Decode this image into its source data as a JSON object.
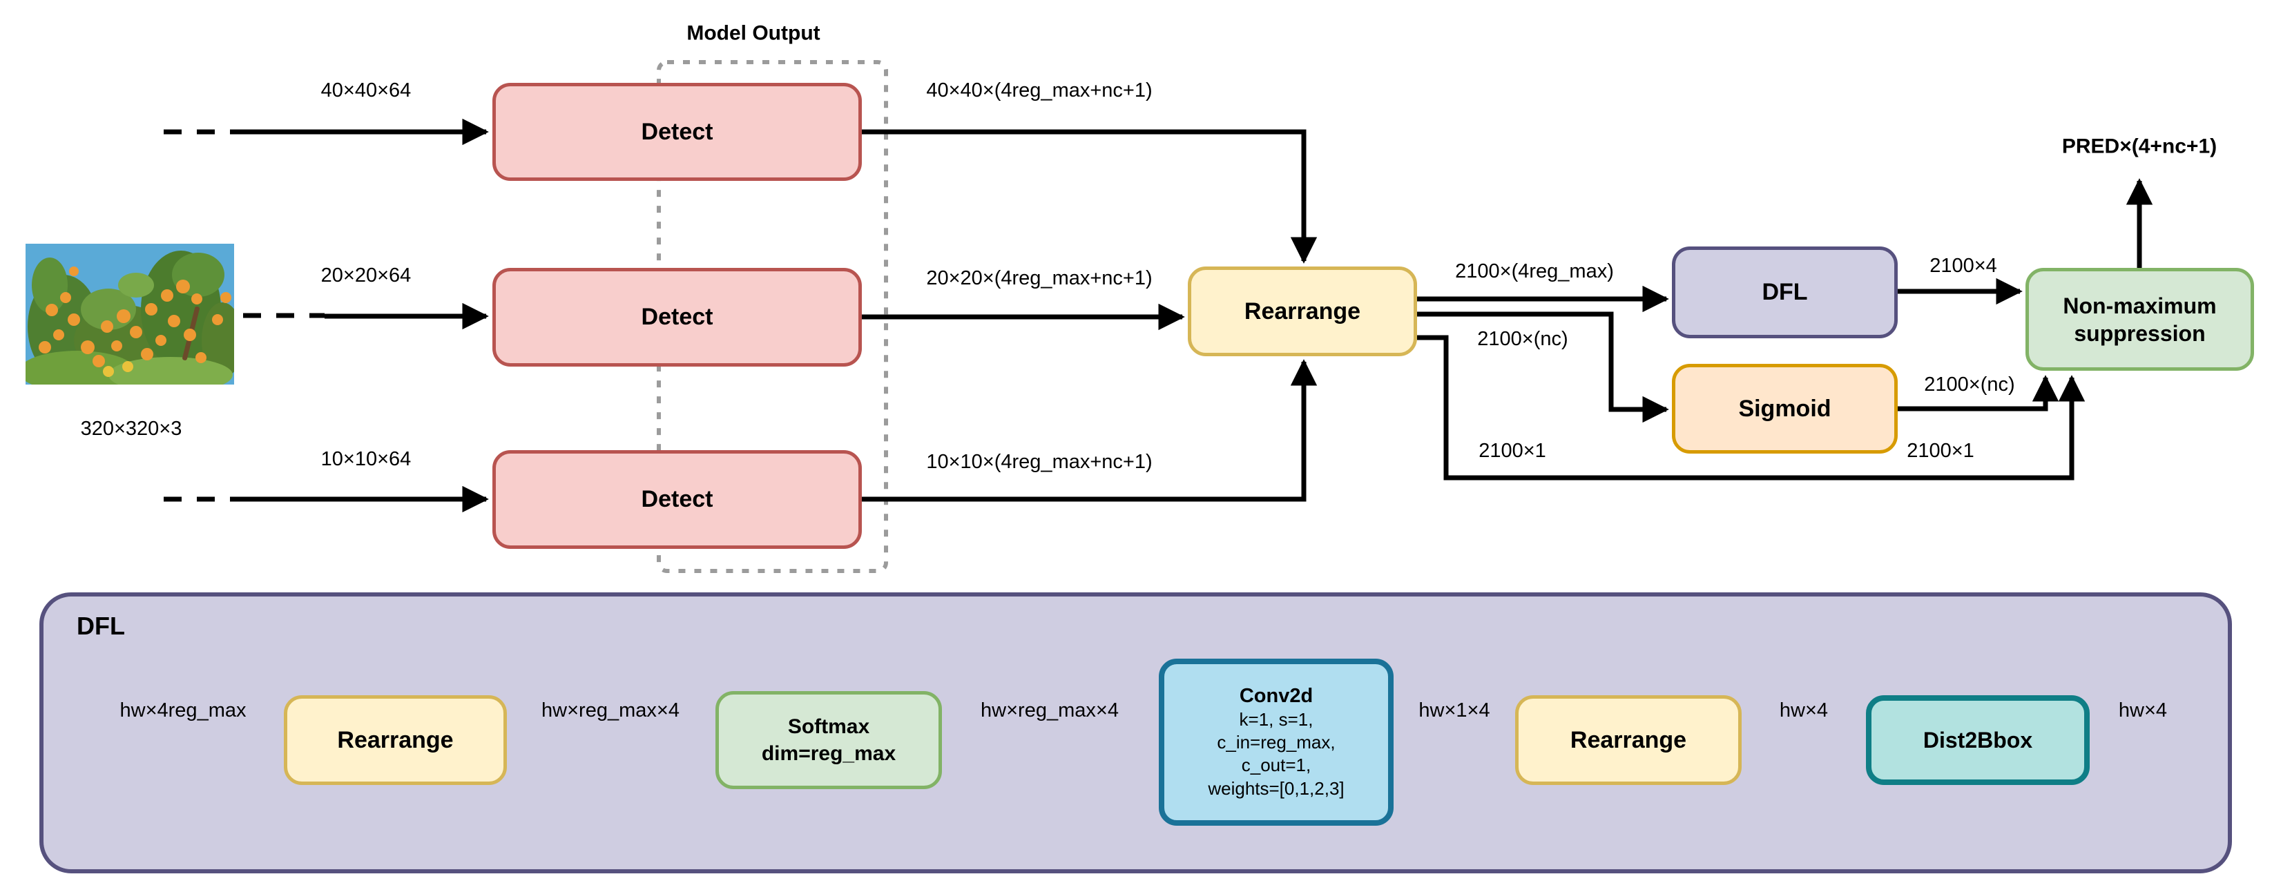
{
  "palette": {
    "detect_fill": "#F8CECC",
    "detect_stroke": "#B85450",
    "rearrange_fill": "#FFF2CC",
    "rearrange_stroke": "#D6B656",
    "green_fill": "#D5E8D4",
    "green_stroke": "#82B366",
    "sigmoid_fill": "#FFE6CC",
    "sigmoid_stroke": "#D79B00",
    "dfl_fill": "#D0CFE3",
    "dfl_stroke": "#56517E",
    "panel_fill": "#CFCDE1",
    "panel_stroke": "#56517E",
    "conv_fill": "#B0DEF0",
    "conv_stroke": "#1A7298",
    "dist2bbox_fill": "#B2E2E0",
    "dist2bbox_stroke": "#0F7E86",
    "dotted_box_stroke": "#9B9B9B",
    "wire_color": "#000000"
  },
  "top": {
    "model_output": "Model Output",
    "image_caption": "320×320×3",
    "pred_label": "PRED×(4+nc+1)",
    "rows": [
      {
        "input": "40×40×64",
        "node": "Detect",
        "output": "40×40×(4reg_max+nc+1)"
      },
      {
        "input": "20×20×64",
        "node": "Detect",
        "output": "20×20×(4reg_max+nc+1)"
      },
      {
        "input": "10×10×64",
        "node": "Detect",
        "output": "10×10×(4reg_max+nc+1)"
      }
    ],
    "rearrange": "Rearrange",
    "dfl": "DFL",
    "sigmoid": "Sigmoid",
    "nms_line1": "Non-maximum",
    "nms_line2": "suppression",
    "edges": {
      "to_dfl": "2100×(4reg_max)",
      "dfl_out": "2100×4",
      "to_sigmoid": "2100×(nc)",
      "sigmoid_out": "2100×(nc)",
      "conf_left": "2100×1",
      "conf_right": "2100×1"
    }
  },
  "dfl_panel": {
    "title": "DFL",
    "labels": {
      "in": "hw×4reg_max",
      "after_rearrange": "hw×reg_max×4",
      "after_softmax": "hw×reg_max×4",
      "after_conv": "hw×1×4",
      "after_rearrange2": "hw×4",
      "out": "hw×4"
    },
    "nodes": {
      "rearrange1": "Rearrange",
      "softmax_line1": "Softmax",
      "softmax_line2": "dim=reg_max",
      "conv_title": "Conv2d",
      "conv_line1": "k=1, s=1,",
      "conv_line2": "c_in=reg_max,",
      "conv_line3": "c_out=1,",
      "conv_line4": "weights=[0,1,2,3]",
      "rearrange2": "Rearrange",
      "dist2bbox": "Dist2Bbox"
    }
  }
}
